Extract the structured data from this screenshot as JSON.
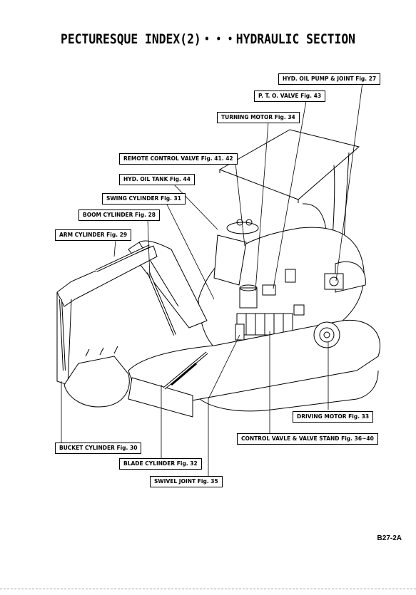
{
  "title": "PECTURESQUE INDEX(2)・・・HYDRAULIC SECTION",
  "page_code": "B27-2A",
  "labels": {
    "hyd_oil_pump": "HYD. OIL PUMP & JOINT Fig. 27",
    "pto_valve": "P. T. O. VALVE Fig. 43",
    "turning_motor": "TURNING MOTOR Fig. 34",
    "remote_control_valve": "REMOTE CONTROL VALVE Fig. 41. 42",
    "hyd_oil_tank": "HYD. OIL TANK Fig. 44",
    "swing_cylinder": "SWING CYLINDER Fig. 31",
    "boom_cylinder": "BOOM CYLINDER Fig. 28",
    "arm_cylinder": "ARM CYLINDER Fig. 29",
    "driving_motor": "DRIVING MOTOR Fig. 33",
    "control_valve": "CONTROL VAVLE & VALVE STAND Fig. 36~40",
    "bucket_cylinder": "BUCKET CYLINDER Fig. 30",
    "blade_cylinder": "BLADE CYLINDER Fig. 32",
    "swivel_joint": "SWIVEL JOINT Fig. 35"
  }
}
